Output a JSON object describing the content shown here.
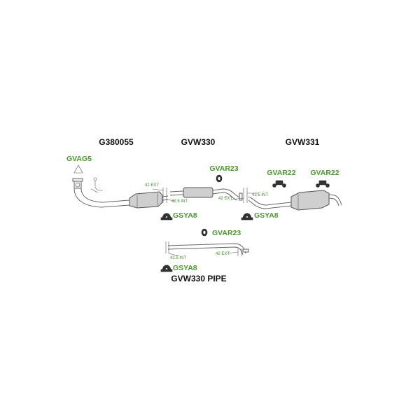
{
  "parts": {
    "g380055": "G380055",
    "gvw330": "GVW330",
    "gvw331": "GVW331",
    "gvw330_pipe": "GVW330 PIPE"
  },
  "accessories": {
    "gvag5": "GVAG5",
    "gvar23_top": "GVAR23",
    "gvar22_left": "GVAR22",
    "gvar22_right": "GVAR22",
    "gsya8_top_left": "GSYA8",
    "gsya8_top_right": "GSYA8",
    "gvar23_bottom": "GVAR23",
    "gsya8_bottom": "GSYA8"
  },
  "dimensions": {
    "ext_42_a": "42 EXT",
    "int_42_5_a": "42.5 INT",
    "ext_42_b": "42 EXT",
    "int_42_5_b": "42.5 INT",
    "int_42_5_c": "42.5 INT",
    "ext_42_c": "42 EXT"
  },
  "colors": {
    "accessory_green": "#4a9a2a",
    "dimension_green": "#3c8c28",
    "label_black": "#111111"
  }
}
